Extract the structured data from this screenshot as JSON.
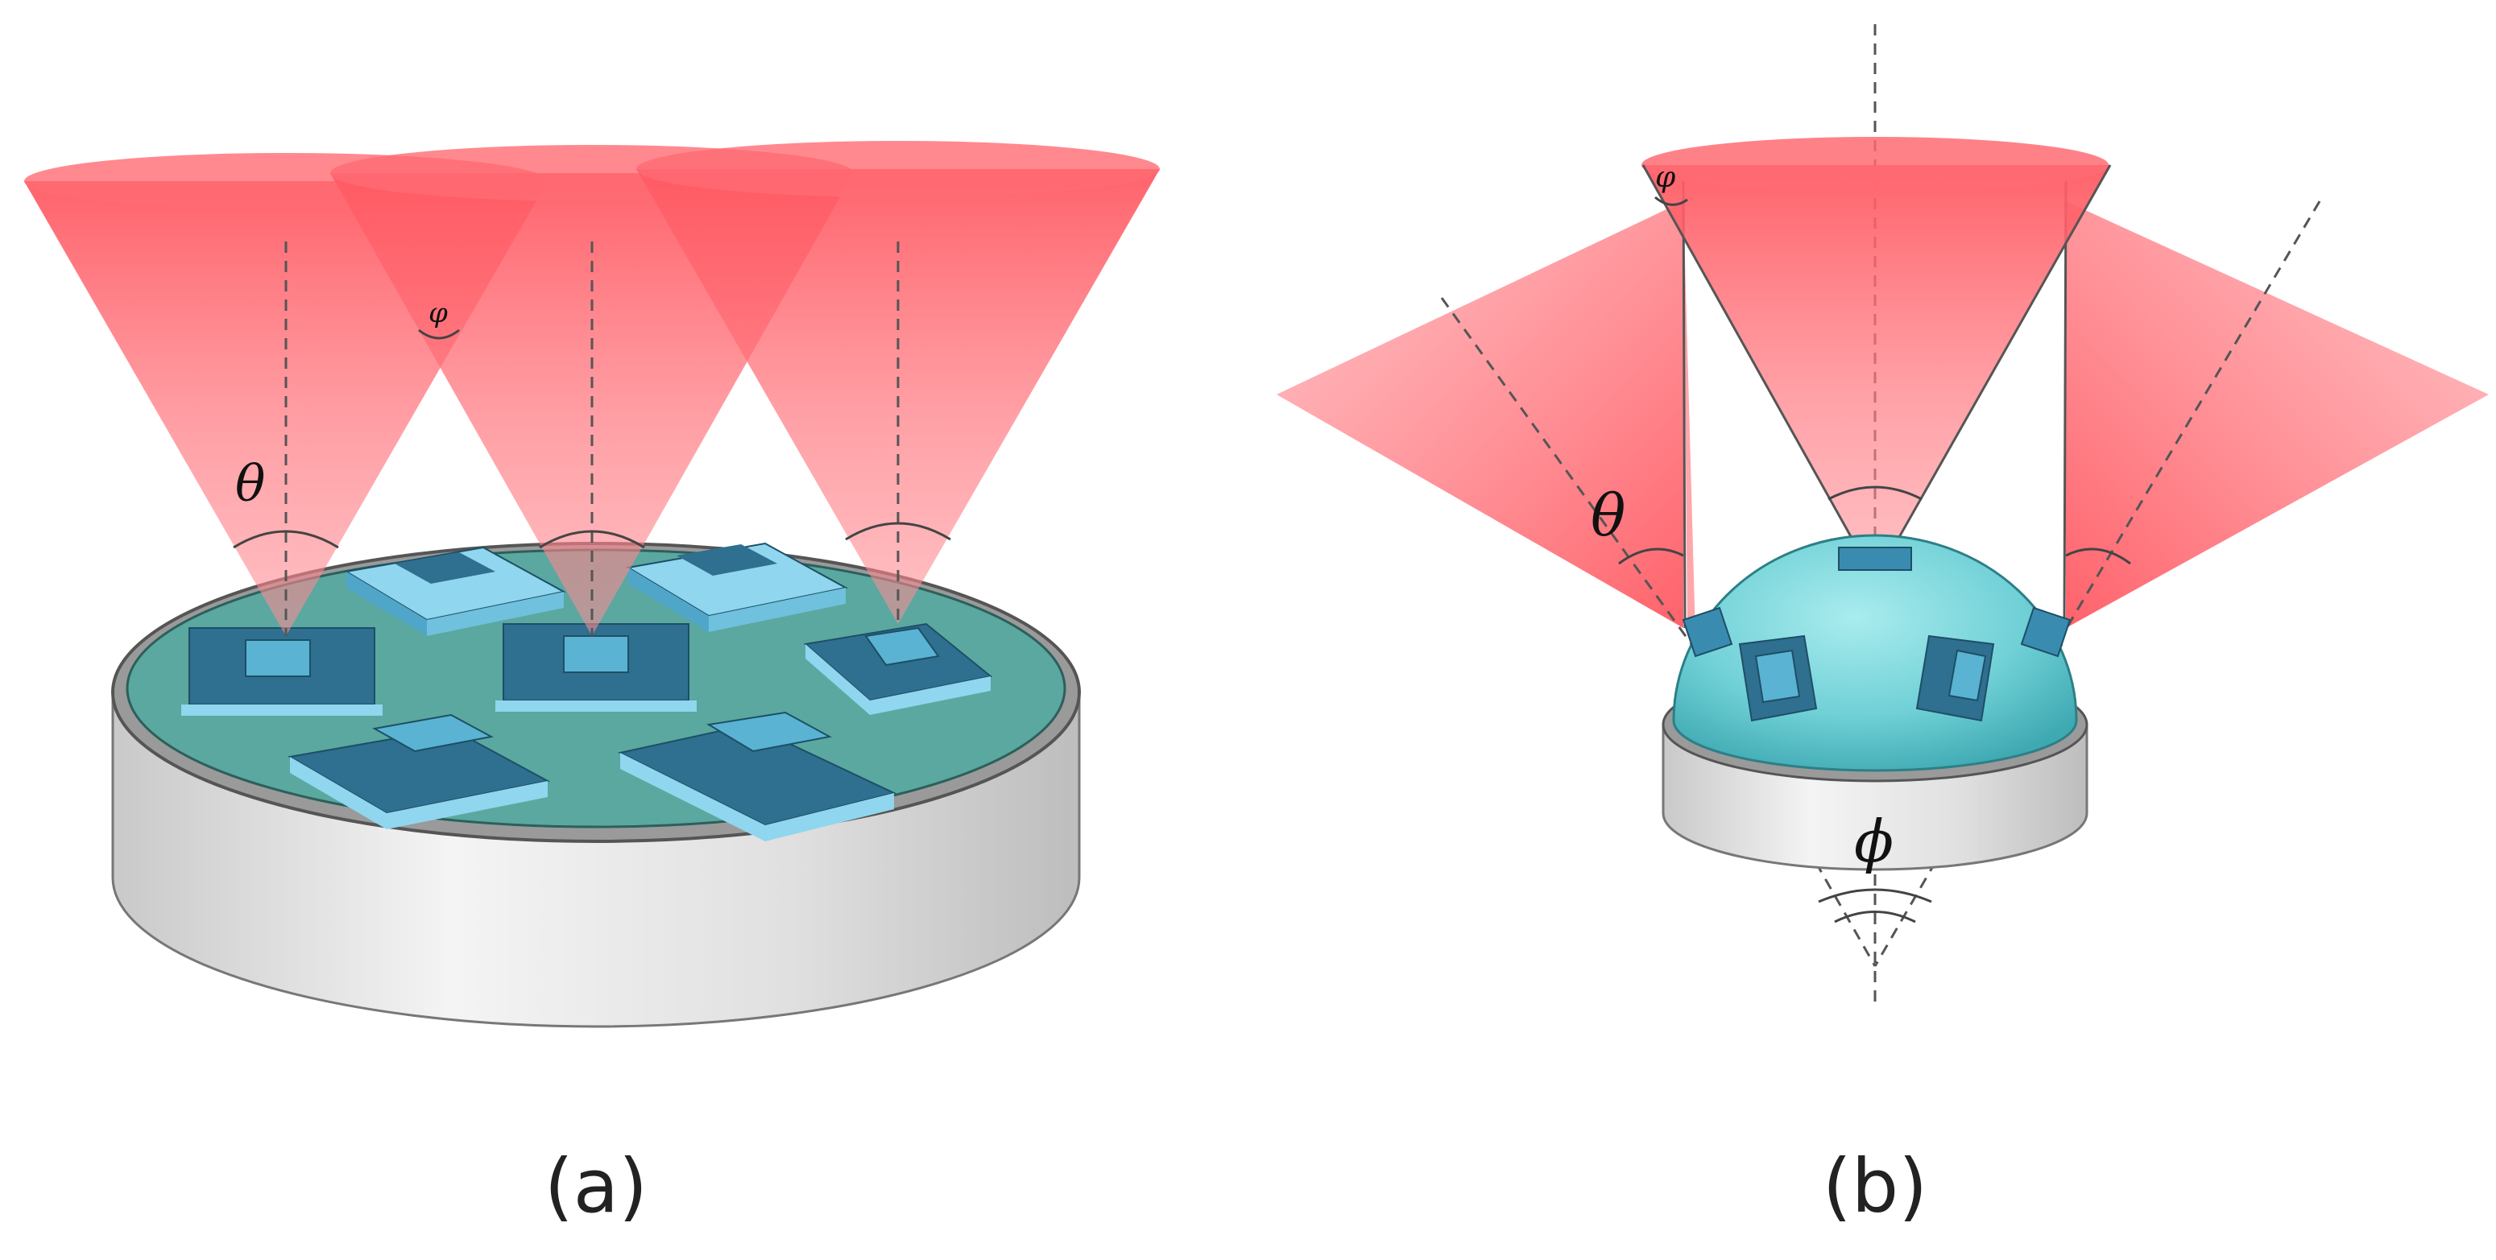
{
  "labels": {
    "a_theta": "θ",
    "a_phi_small": "φ",
    "b_theta": "θ",
    "b_phi_small": "φ",
    "b_phi_big": "ϕ"
  },
  "captions": {
    "a": "(a)",
    "b": "(b)"
  },
  "colors": {
    "cone": "#ff5a63",
    "substrate_top": "#5aa8a0",
    "substrate_side": "#e2e2e2",
    "chip_dark": "#2f6f8f",
    "chip_light": "#8fd6ee",
    "dome": "#6fd0d6"
  }
}
